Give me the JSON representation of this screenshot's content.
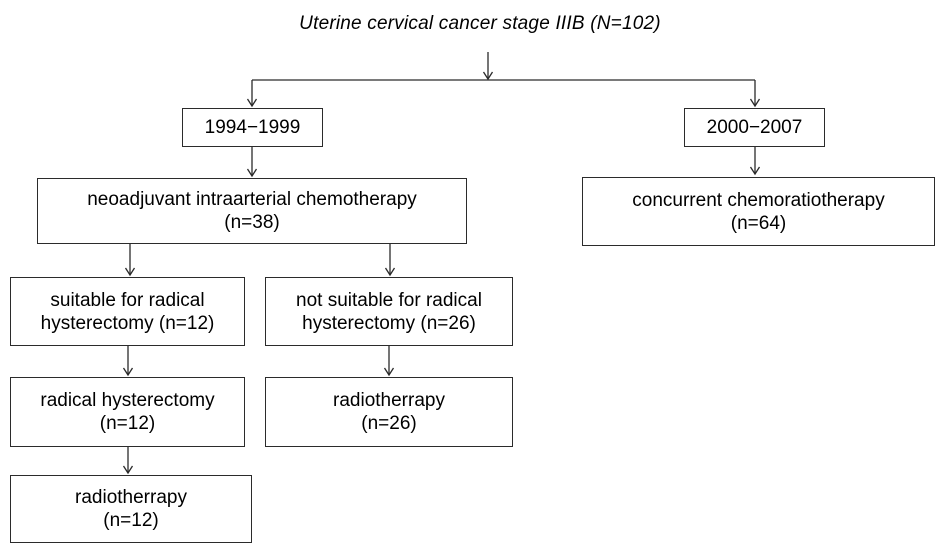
{
  "title": "Uterine cervical cancer stage IIIB (N=102)",
  "colors": {
    "line": "#2b2b2b",
    "text": "#000000",
    "background": "#ffffff"
  },
  "nodes": {
    "period_1994_1999": {
      "label": "1994−1999"
    },
    "period_2000_2007": {
      "label": "2000−2007"
    },
    "neoadjuvant_chemo": {
      "label": "neoadjuvant intraarterial chemotherapy",
      "count": "(n=38)"
    },
    "concurrent_crt": {
      "label": "concurrent chemoratiotherapy",
      "count": "(n=64)"
    },
    "suitable": {
      "label": "suitable for radical hysterectomy (n=12)"
    },
    "not_suitable": {
      "label": "not suitable for radical hysterectomy (n=26)"
    },
    "radical_hysterectomy": {
      "label": "radical hysterectomy",
      "count": "(n=12)"
    },
    "radiotherapy_not_suitable": {
      "label": "radiotherrapy",
      "count": "(n=26)"
    },
    "radiotherapy_after_surgery": {
      "label": "radiotherrapy",
      "count": "(n=12)"
    }
  }
}
